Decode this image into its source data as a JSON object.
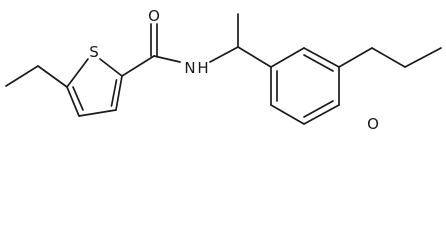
{
  "diagram": {
    "type": "skeletal-structure",
    "atom_labels": {
      "sulfur": "S",
      "carbonyl_oxygen": "O",
      "amide_nitrogen": "N",
      "amide_hydrogen": "H",
      "ether_oxygen": "O"
    }
  }
}
